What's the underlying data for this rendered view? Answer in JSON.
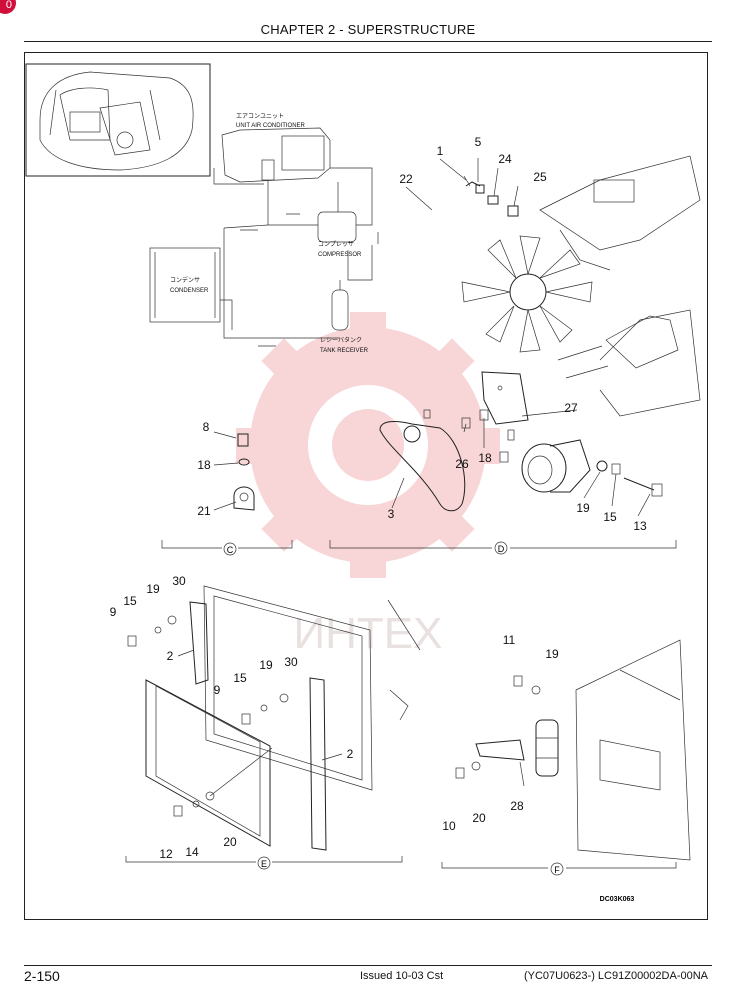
{
  "header": {
    "title": "CHAPTER 2 - SUPERSTRUCTURE"
  },
  "corner_badge": "0",
  "schematic": {
    "unit_jp": "エアコンユニット",
    "unit_en": "UNIT AIR CONDITIONER",
    "compressor_jp": "コンプレッサ",
    "compressor_en": "COMPRESSOR",
    "condenser_jp": "コンデンサ",
    "condenser_en": "CONDENSER",
    "receiver_jp": "レシーバタンク",
    "receiver_en": "TANK RECEIVER"
  },
  "view_labels": {
    "c": "C",
    "d": "D",
    "e": "E",
    "f": "F"
  },
  "callouts": {
    "top": [
      "1",
      "5",
      "22",
      "24",
      "25"
    ],
    "c": [
      "8",
      "18",
      "21"
    ],
    "d": [
      "27",
      "26",
      "18",
      "3",
      "19",
      "15",
      "13"
    ],
    "e": [
      "19",
      "30",
      "9",
      "15",
      "2",
      "15",
      "19",
      "30",
      "9",
      "2",
      "12",
      "14",
      "20"
    ],
    "f": [
      "11",
      "19",
      "10",
      "20",
      "28"
    ]
  },
  "watermark": "ИНТЕХ",
  "figure_code": "DC03K063",
  "footer": {
    "page": "2-150",
    "issued": "Issued 10-03   Cst",
    "code": "(YC07U0623-)   LC91Z00002DA-00NA"
  },
  "colors": {
    "watermark": "#f4b3b6",
    "badge": "#d0103a"
  }
}
